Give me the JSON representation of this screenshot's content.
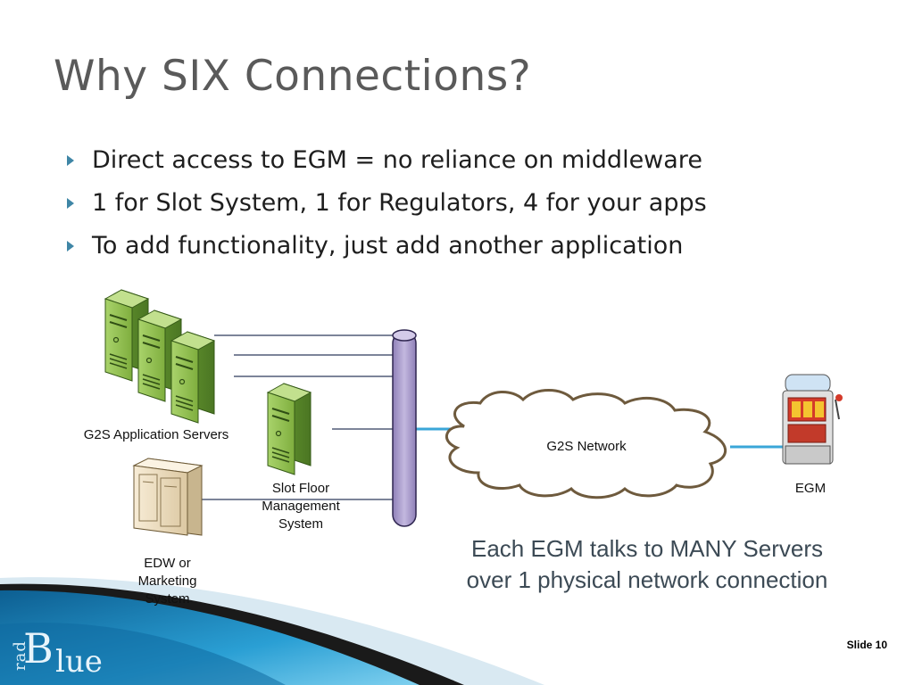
{
  "slide": {
    "title": "Why SIX Connections?",
    "bullets": [
      "Direct access to EGM = no reliance on middleware",
      "1 for Slot System, 1 for Regulators, 4 for your apps",
      "To add functionality, just add another application"
    ],
    "slide_number_label": "Slide 10"
  },
  "diagram": {
    "app_servers_label": "G2S Application Servers",
    "slot_floor_label": [
      "Slot Floor",
      "Management",
      "System"
    ],
    "edw_label": [
      "EDW or",
      "Marketing",
      "System"
    ],
    "network_label": "G2S Network",
    "egm_label": "EGM",
    "caption": [
      "Each EGM talks to MANY Servers",
      "over 1 physical network connection"
    ]
  },
  "logo": {
    "small_text": "rad",
    "big_letter": "B",
    "rest": "lue"
  },
  "colors": {
    "title": "#5a5a5a",
    "bullet_arrow": "#3f86a6",
    "server_green": "#8ab84a",
    "bus_purple": "#a99cc9",
    "link_blue": "#3aa6d8",
    "footer_blue": "#1f8fc4"
  }
}
